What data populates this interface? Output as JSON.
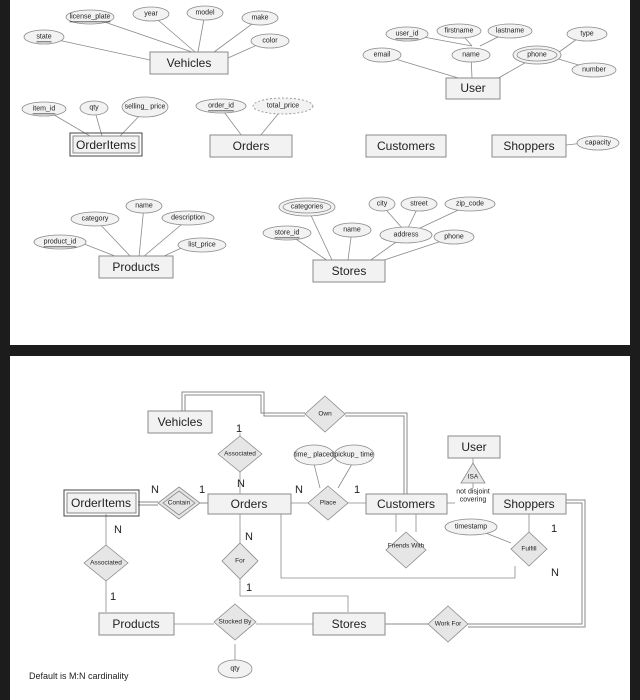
{
  "er_top": {
    "entities": {
      "vehicles": "Vehicles",
      "user": "User",
      "orderitems": "OrderItems",
      "orders": "Orders",
      "customers": "Customers",
      "shoppers": "Shoppers",
      "products": "Products",
      "stores": "Stores"
    },
    "attributes": {
      "license_plate": "license_plate",
      "year": "year",
      "model": "model",
      "make": "make",
      "state": "state",
      "color": "color",
      "user_id": "user_id",
      "firstname": "firstname",
      "lastname": "lastname",
      "type": "type",
      "email": "email",
      "name_user": "name",
      "phone_user": "phone",
      "number": "number",
      "item_id": "item_id",
      "qty": "qty",
      "selling_price": "selling_ price",
      "order_id": "order_id",
      "total_price": "total_price",
      "capacity": "capacity",
      "name_product": "name",
      "category": "category",
      "description": "description",
      "product_id": "product_id",
      "list_price": "list_price",
      "categories": "categories",
      "city": "city",
      "street": "street",
      "zip_code": "zip_code",
      "store_id": "store_id",
      "name_store": "name",
      "address": "address",
      "phone_store": "phone"
    }
  },
  "er_bottom": {
    "entities": {
      "vehicles": "Vehicles",
      "user": "User",
      "orderitems": "OrderItems",
      "orders": "Orders",
      "customers": "Customers",
      "shoppers": "Shoppers",
      "products": "Products",
      "stores": "Stores"
    },
    "relationships": {
      "own": "Own",
      "associated_vo": "Associated",
      "contain": "Contain",
      "place": "Place",
      "for": "For",
      "friends_with": "Friends With",
      "fulfill": "Fulfill",
      "associated_op": "Associated",
      "stocked_by": "Stocked By",
      "work_for": "Work For",
      "isa": "ISA"
    },
    "attributes": {
      "time_placed": "time_ placed",
      "pickup_time": "pickup_ time",
      "timestamp": "timestamp",
      "qty": "qty"
    },
    "isa_note_1": "not disjoint",
    "isa_note_2": "covering",
    "cardinalities": {
      "vehicles_associated": "1",
      "orders_associated": "N",
      "orderitems_contain": "N",
      "contain_orders": "1",
      "orders_place": "N",
      "place_customers": "1",
      "orders_for": "N",
      "for_stores": "1",
      "shoppers_fulfill": "1",
      "fulfill_orders": "N",
      "orderitems_associated": "N",
      "associated_products": "1"
    },
    "footnote": "Default is M:N cardinality"
  }
}
